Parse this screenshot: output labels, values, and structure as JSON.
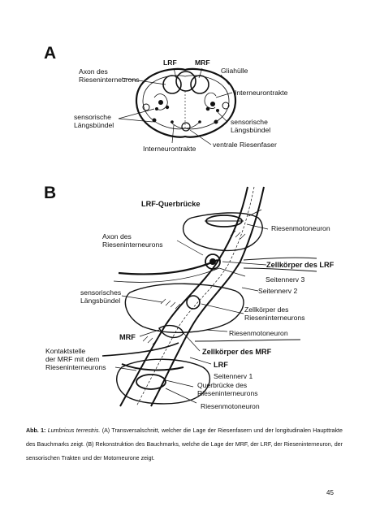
{
  "figure": {
    "panel_a": {
      "letter": "A",
      "labels": {
        "axon_giant": "Axon des\nRieseninterneurons",
        "lrf": "LRF",
        "mrf": "MRF",
        "glia": "Gliahülle",
        "interneuron_tracts_right": "Interneurontrakte",
        "sensory_left": "sensorische\nLängsbündel",
        "sensory_right": "sensorische\nLängsbündel",
        "interneuron_tracts_bottom": "Interneurontrakte",
        "ventral_giant_fiber": "ventrale Riesenfaser"
      }
    },
    "panel_b": {
      "letter": "B",
      "labels": {
        "lrf_bridge": "LRF-Querbrücke",
        "giant_motoneuron_top": "Riesenmotoneuron",
        "axon_giant": "Axon des\nRieseninterneurons",
        "cell_body_lrf": "Zellkörper des LRF",
        "lateral_nerve_3": "Seitennerv 3",
        "lateral_nerve_2": "Seitennerv 2",
        "sensory_bundle": "sensorisches\nLängsbündel",
        "cell_body_giant": "Zellkörper des\nRieseninterneurons",
        "giant_motoneuron_mid": "Riesenmotoneuron",
        "mrf": "MRF",
        "contact_point": "Kontaktstelle\nder MRF mit dem\nRieseninterneurons",
        "cell_body_mrf": "Zellkörper des MRF",
        "lrf": "LRF",
        "lateral_nerve_1": "Seitennerv 1",
        "bridge_giant": "Querbrücke des\nRieseninterneurons",
        "giant_motoneuron_bottom": "Riesenmotoneuron"
      }
    }
  },
  "caption": {
    "label": "Abb. 1:",
    "species": "Lumbricus terrestris.",
    "text": " (A) Transversalschnitt, welcher die Lage der Riesenfasern und der longitudinalen Haupttrakte des Bauchmarks zeigt. (B) Rekonstruktion des Bauchmarks, welche die Lage der MRF, der LRF, der Rieseninterneuron, der sensorischen Trakten und der Motorneurone zeigt."
  },
  "page_number": "45"
}
